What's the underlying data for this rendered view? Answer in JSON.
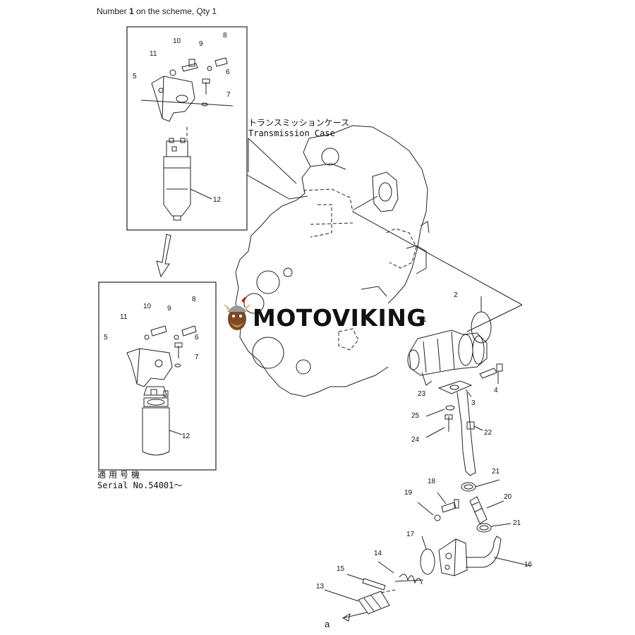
{
  "header": {
    "prefix": "Number ",
    "number": "1",
    "suffix": " on the scheme, Qty 1"
  },
  "transmission_case": {
    "jp": "トランスミッションケース",
    "en": "Transmission Case"
  },
  "serial": {
    "jp": "適用号機",
    "en": "Serial No.54001〜"
  },
  "logo": {
    "text": "MOTOVIKING"
  },
  "arrow_label": "a",
  "callouts": {
    "c1_10": "10",
    "c1_9": "9",
    "c1_8": "8",
    "c1_11": "11",
    "c1_6": "6",
    "c1_5": "5",
    "c1_7": "7",
    "c1_12": "12",
    "c2_8": "8",
    "c2_10": "10",
    "c2_9": "9",
    "c2_11": "11",
    "c2_6": "6",
    "c2_5": "5",
    "c2_7": "7",
    "c2_12": "12",
    "m2": "2",
    "m1": "1",
    "m4": "4",
    "m23": "23",
    "m3": "3",
    "m25": "25",
    "m22": "22",
    "m24": "24",
    "m21a": "21",
    "m18": "18",
    "m19": "19",
    "m20": "20",
    "m21b": "21",
    "m17": "17",
    "m14": "14",
    "m16": "16",
    "m15": "15",
    "m13": "13"
  }
}
